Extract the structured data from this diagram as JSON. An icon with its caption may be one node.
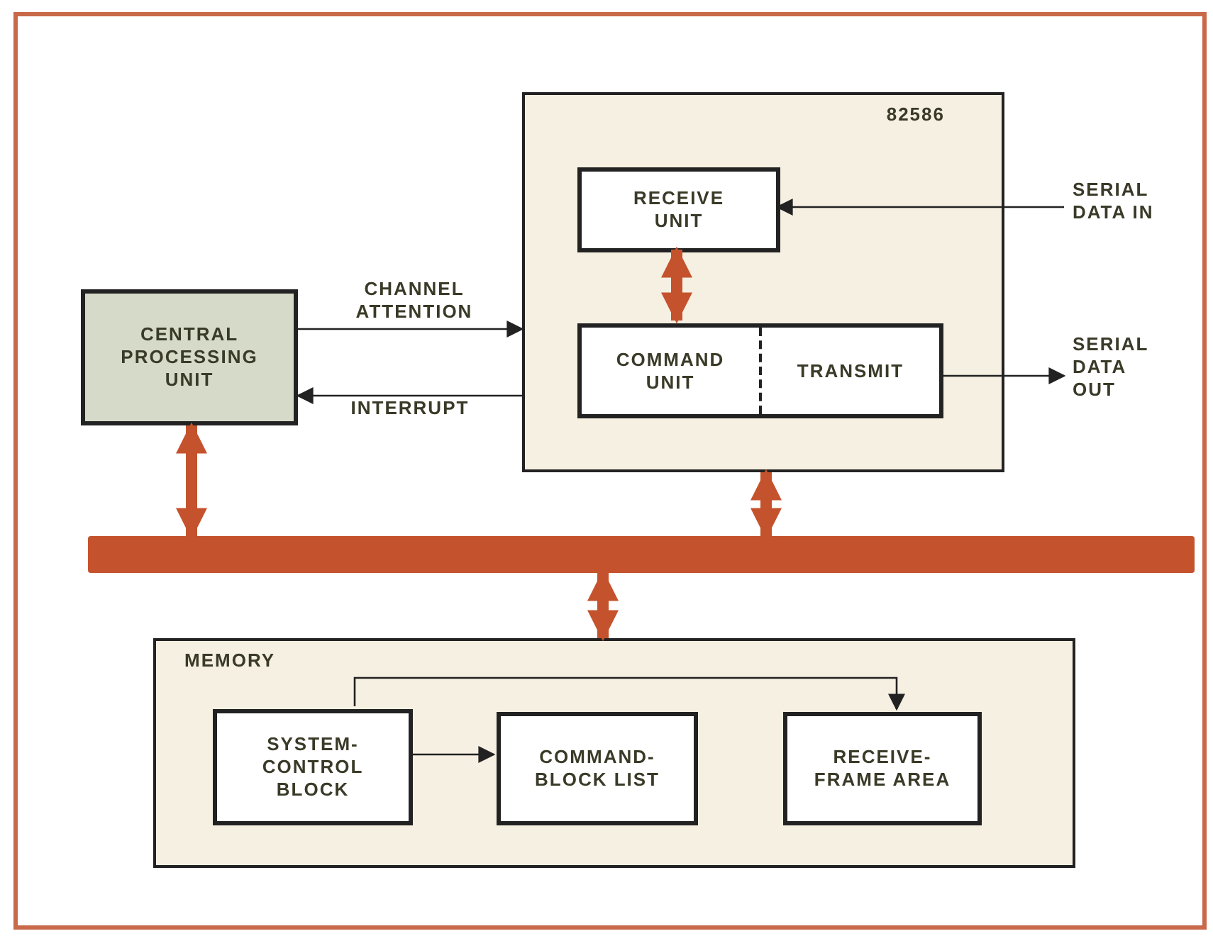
{
  "diagram": {
    "nodes": [
      {
        "text": [
          "CENTRAL PROCESSING UNIT"
        ]
      },
      {
        "text": [
          "82586"
        ]
      },
      {
        "text": [
          "RECEIVE UNIT"
        ],
        "in": 1
      },
      {
        "text": [
          "COMMAND UNIT",
          "TRANSMIT"
        ],
        "in": 1
      },
      {
        "text": [],
        "shape": "bar"
      },
      {
        "text": [
          "MEMORY"
        ]
      },
      {
        "text": [
          "SYSTEM-CONTROL BLOCK"
        ],
        "in": 5
      },
      {
        "text": [
          "COMMAND-BLOCK LIST"
        ],
        "in": 5
      },
      {
        "text": [
          "RECEIVE-FRAME AREA"
        ],
        "in": 5
      },
      {
        "text": [
          "SERIAL DATA IN"
        ]
      },
      {
        "text": [
          "SERIAL DATA OUT"
        ]
      }
    ],
    "edges": [
      {
        "from": 0,
        "to": 1,
        "arrow": "to",
        "label": "CHANNEL ATTENTION"
      },
      {
        "from": 1,
        "to": 0,
        "arrow": "to",
        "label": "INTERRUPT"
      },
      {
        "from": 9,
        "to": 2,
        "arrow": "to"
      },
      {
        "from": 3,
        "to": 10,
        "arrow": "to"
      },
      {
        "from": 2,
        "to": 3,
        "arrow": "both",
        "style": "thick",
        "color": "#c4532d"
      },
      {
        "from": 0,
        "to": 4,
        "arrow": "both",
        "style": "thick",
        "color": "#c4532d"
      },
      {
        "from": 1,
        "to": 4,
        "arrow": "both",
        "style": "thick",
        "color": "#c4532d"
      },
      {
        "from": 4,
        "to": 5,
        "arrow": "both",
        "style": "thick",
        "color": "#c4532d"
      },
      {
        "from": 6,
        "to": 7,
        "arrow": "to"
      },
      {
        "from": 6,
        "to": 8,
        "arrow": "to"
      }
    ]
  }
}
